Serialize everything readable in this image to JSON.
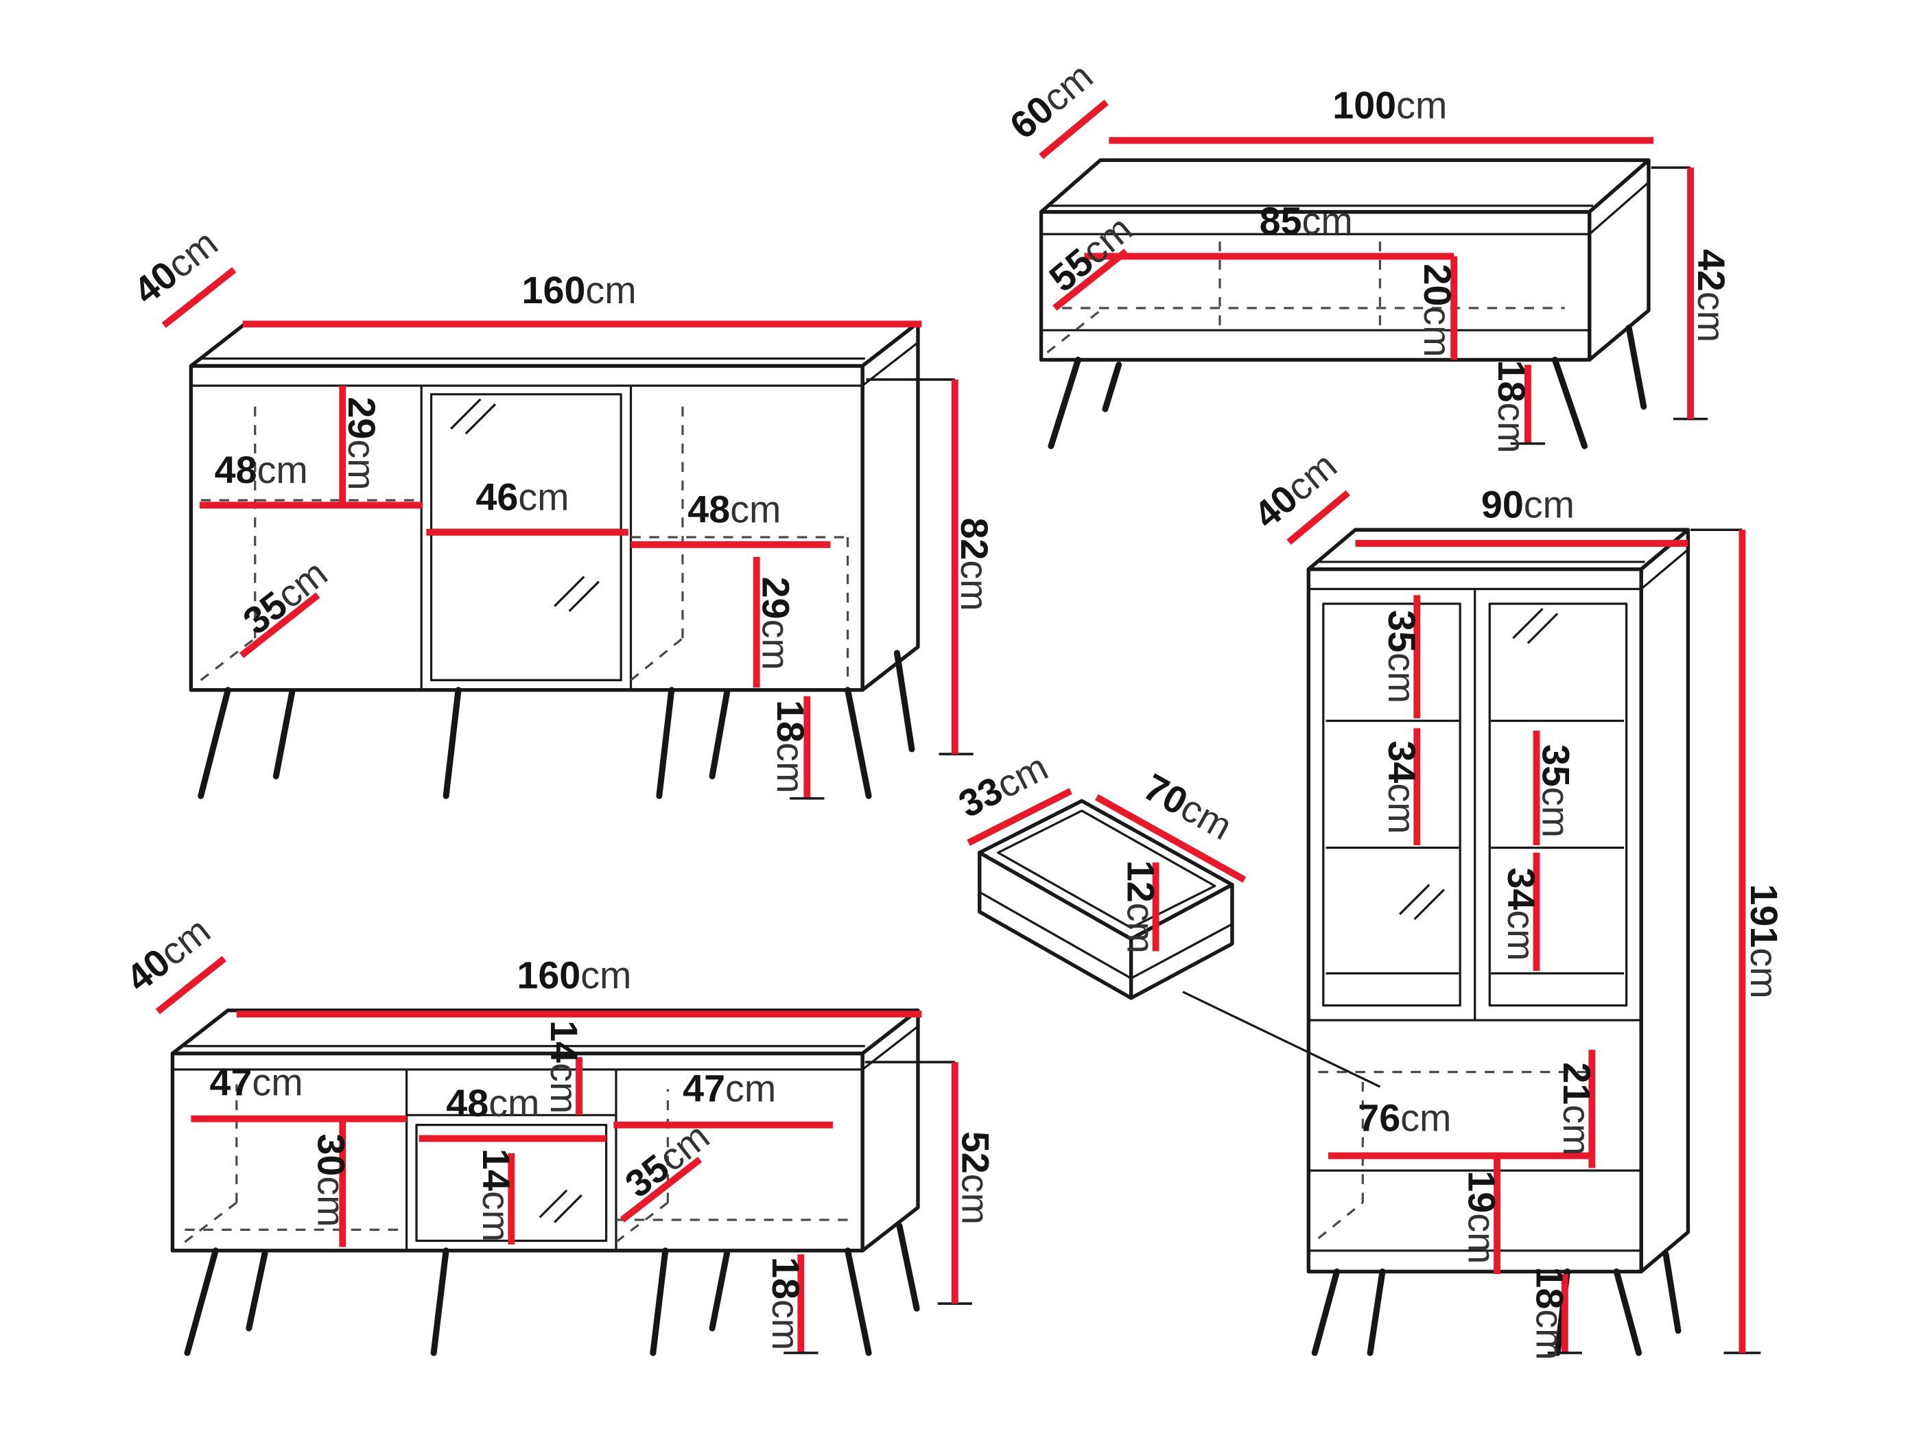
{
  "colors": {
    "dimension_line": "#e8192b",
    "outline": "#191919",
    "background": "#ffffff"
  },
  "sideboard": {
    "width": "160cm",
    "depth": "40cm",
    "height": "82cm",
    "left_width": "48cm",
    "left_height": "29cm",
    "middle_width": "46cm",
    "right_width": "48cm",
    "right_height": "29cm",
    "inner_depth": "35cm",
    "leg_height": "18cm"
  },
  "coffee_table": {
    "width": "100cm",
    "depth": "60cm",
    "height": "42cm",
    "inner_width": "85cm",
    "inner_depth": "55cm",
    "inner_height": "20cm",
    "leg_height": "18cm"
  },
  "display_cabinet": {
    "width": "90cm",
    "depth": "40cm",
    "height": "191cm",
    "upper_left_shelf": "35cm",
    "lower_left_shelf": "34cm",
    "upper_right_shelf": "35cm",
    "lower_right_shelf": "34cm",
    "lower_width": "76cm",
    "drawer_height": "21cm",
    "base_height": "19cm",
    "leg_height": "18cm"
  },
  "drawer": {
    "depth": "33cm",
    "width": "70cm",
    "height": "12cm"
  },
  "tv_stand": {
    "width": "160cm",
    "depth": "40cm",
    "height": "52cm",
    "left_width": "47cm",
    "left_height": "30cm",
    "drawer_height": "14cm",
    "middle_width": "48cm",
    "shelf_height": "14cm",
    "right_width": "47cm",
    "inner_depth": "35cm",
    "leg_height": "18cm"
  }
}
